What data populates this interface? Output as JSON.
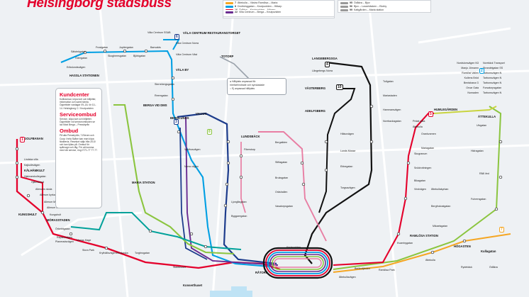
{
  "title": "Helsingborg stadsbuss",
  "legend_top": [
    {
      "num": "7",
      "text": "Ättekulla – Västra Ramlösa – Maria",
      "color": "#f5a623"
    },
    {
      "num": "8",
      "text": "Drottninggatan – Knutpunkten – Hittarp",
      "color": "#009fe3"
    },
    {
      "num": "16",
      "text": "Ödåkra – Knutpunkten – Mörarp",
      "color": "#e4002b"
    },
    {
      "num": "17",
      "text": "Kulle – Knutpunkten – Bergaliden",
      "color": "#1d3c8c"
    },
    {
      "num": "22",
      "text": "Villa Centrum – Berga – Knutpunkten",
      "color": "#6a2c91"
    }
  ],
  "legend_top_right": [
    {
      "num": "95",
      "text": "Ödåkra – Bjuv",
      "color": "#999999"
    },
    {
      "num": "96",
      "text": "Bjuv – Lussebäcken – Ekeby",
      "color": "#999999"
    },
    {
      "num": "99",
      "text": "Kattgården – Maria station",
      "color": "#999999"
    }
  ],
  "info": {
    "kundcenter_title": "Kundcenter",
    "kundcenter_text": "Kollisionsar, köpa kort och billjetter, information och samt hämta. Öppettider vardagar 09–18, lör 10–14. Helsingborg C / Knutpunkten",
    "service_title": "Serviceombud",
    "service_text": "Service, köpa kort och billjetter. Öppettider vid serviceombuden se ica Maxi Berga – Pressbyrån",
    "ombud_title": "Ombud",
    "ombud_text": "På alla Pressbyrån, 7-Eleven och Coop i hela Skåne kan man köpa färdbevis. Resekort säljs från 2010 och kan fyllas på. Ombud för spårvagn och tåg. För att komma med vår service, ring 0771-77 77 77."
  },
  "customer_box": {
    "line1": "Hållplats anpassad för",
    "line2": "rörelsehindrade och synskadade",
    "line3": "Ej anpassad hållplats"
  },
  "badges": [
    {
      "num": "1",
      "color": "#e4002b"
    },
    {
      "num": "2",
      "color": "#009fe3"
    },
    {
      "num": "3",
      "color": "#1d3c8c"
    },
    {
      "num": "4",
      "color": "#111111"
    },
    {
      "num": "5",
      "color": "#e4002b"
    },
    {
      "num": "6",
      "color": "#1d3c8c"
    },
    {
      "num": "7",
      "color": "#f5a623"
    },
    {
      "num": "8",
      "color": "#8bc53f"
    },
    {
      "num": "10",
      "color": "#111111"
    }
  ],
  "stations": {
    "north": [
      "VÄLA CENTRUM RESTAURANGTORGET",
      "Väla Centrum Norra",
      "Väla Centrum Väst",
      "VÄLA BY",
      "Väla Centrum SSAB",
      "Frostgatan",
      "Jupitergatan",
      "Banvakts",
      "Björkgatan",
      "Sälsbrögatan",
      "Ödergatan",
      "Skoghemsgatan",
      "Sterrebergsgatan",
      "Reemgatan",
      "Erikslundsvägen",
      "HASSLA STATIONEN",
      "TOTORP"
    ],
    "west": [
      "GOLFBANAN",
      "Lindska villa",
      "Kajkullevägen",
      "KÅLHÄMKULT",
      "Hjalmarskullegatan",
      "Hjälmarhult",
      "Allerums skola",
      "Allerum kyrka",
      "Allerum Mossevägen",
      "Allerum Masshuset",
      "KUNGSHULT",
      "Kungshult",
      "MÖRASSTADEN",
      "Örkebitgatan",
      "Rapsbovägen",
      "Planeradsvägen",
      "Marias Hage",
      "Stora Park",
      "Krythällsvägen",
      "Ekedalska",
      "Torgbrogatan"
    ],
    "center": [
      "LANGEBERGSGA",
      "Långebergs Norra",
      "VÄSTERBERG",
      "ADELFSBERG",
      "Tullgatan",
      "Mariastaden",
      "Hammarsvägen",
      "Norrbackagatan",
      "Hälsovägen",
      "Lunds Mosse",
      "Ebbegatan",
      "Torgsavägen",
      "Bergaliden",
      "Stiftagatan",
      "Bruksgatan",
      "Oräshallen",
      "Vasatorpsgatan",
      "Vakthusvägen",
      "Norra vägen",
      "MARIA STATION",
      "BERGA VID DMS",
      "BERGLUNDS",
      "VALHAL",
      "LUNDSBÄCK",
      "Fiberstorp",
      "Ljungåsgatan",
      "Byggaregatan"
    ],
    "south": [
      "Knutpunkten",
      "Konserthuset",
      "RÅTORP",
      "Stadshuset",
      "RAMLÖSA STATION",
      "HÖGASTEN",
      "Kullagatan",
      "Ramlösa Park",
      "Ättekulla",
      "Rydebäck",
      "Ättekullavägen",
      "Berlinsfjärden",
      "Ödåkra",
      "Kvarnbygatan",
      "Mikaelsgatan"
    ],
    "east": [
      "HUMLEGÅRDEN",
      "ÄTTEKULLA",
      "Pridat gata",
      "Ättekulla",
      "Grankvarnen",
      "Mariagatan",
      "Ulvgatan",
      "Skugranum",
      "Snödrottningen",
      "Bikagatan",
      "Vindvägen",
      "Råå Ved",
      "Ättekullakyrkan",
      "Hidragatan",
      "Bergfrukostgatan",
      "Fuhrersgatan"
    ],
    "east_list_left": [
      "Nordslorsvägen N3",
      "Manjo Jörnamn",
      "Ramlöst Vallen",
      "Kullens Bröd",
      "Bredsbana G",
      "Orvar Gata",
      "Nomaden"
    ],
    "east_list_right": [
      "Norrbäck Transport",
      "Strandelgatan SS",
      "Tarbonsvägen N",
      "Tarbonsvägen N",
      "Tarbonsvägen N",
      "Forsatorpsgatan",
      "Tarbonsvägen N"
    ]
  },
  "colors": {
    "red": "#e4002b",
    "blue": "#009fe3",
    "navy": "#1d3c8c",
    "purple": "#6a2c91",
    "green": "#8bc53f",
    "teal": "#00a19a",
    "orange": "#f5a623",
    "pink": "#e87ea3",
    "black": "#111111",
    "lime": "#c9d43f",
    "gray": "#9aa2ab"
  }
}
